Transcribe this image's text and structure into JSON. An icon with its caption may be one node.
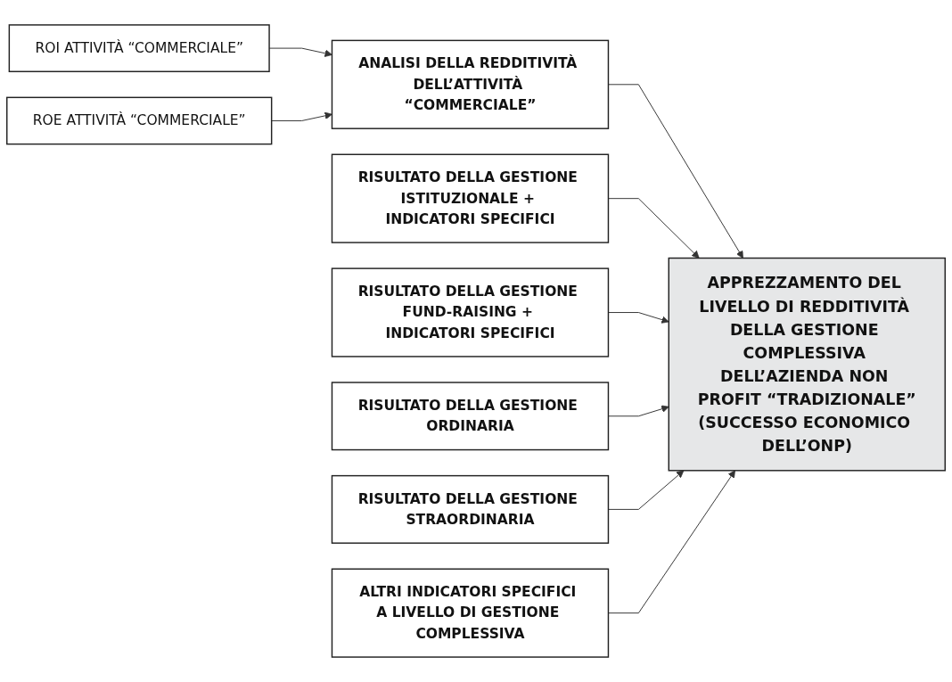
{
  "diagram": {
    "nodes": [
      {
        "text": [
          "ROI ATTIVITÀ “COMMERCIALE”"
        ]
      },
      {
        "text": [
          "ROE ATTIVITÀ “COMMERCIALE”"
        ]
      },
      {
        "text": [
          "ANALISI DELLA REDDITIVITÀ DELL’ATTIVITÀ “COMMERCIALE”"
        ]
      },
      {
        "text": [
          "RISULTATO DELLA GESTIONE ISTITUZIONALE + INDICATORI SPECIFICI"
        ]
      },
      {
        "text": [
          "APPREZZAMENTO DEL LIVELLO DI REDDITIVITÀ DELLA GESTIONE COMPLESSIVA DELL’AZIENDA NON PROFIT “TRADIZIONALE”",
          "(SUCCESSO ECONOMICO DELL’ONP)"
        ]
      },
      {
        "text": [
          "RISULTATO DELLA GESTIONE FUND-RAISING + INDICATORI SPECIFICI"
        ]
      },
      {
        "text": [
          "RISULTATO DELLA GESTIONE ORDINARIA"
        ]
      },
      {
        "text": [
          "RISULTATO DELLA GESTIONE STRAORDINARIA"
        ]
      },
      {
        "text": [
          "ALTRI INDICATORI SPECIFICI A LIVELLO DI GESTIONE COMPLESSIVA"
        ]
      }
    ],
    "edges": [
      {
        "from": 0,
        "to": 2,
        "arrow": "to"
      },
      {
        "from": 1,
        "to": 2,
        "arrow": "to"
      },
      {
        "from": 2,
        "to": 4,
        "arrow": "to"
      },
      {
        "from": 3,
        "to": 4,
        "arrow": "to"
      },
      {
        "from": 5,
        "to": 4,
        "arrow": "to"
      },
      {
        "from": 6,
        "to": 4,
        "arrow": "to"
      },
      {
        "from": 7,
        "to": 4,
        "arrow": "to"
      },
      {
        "from": 8,
        "to": 4,
        "arrow": "to"
      }
    ]
  }
}
